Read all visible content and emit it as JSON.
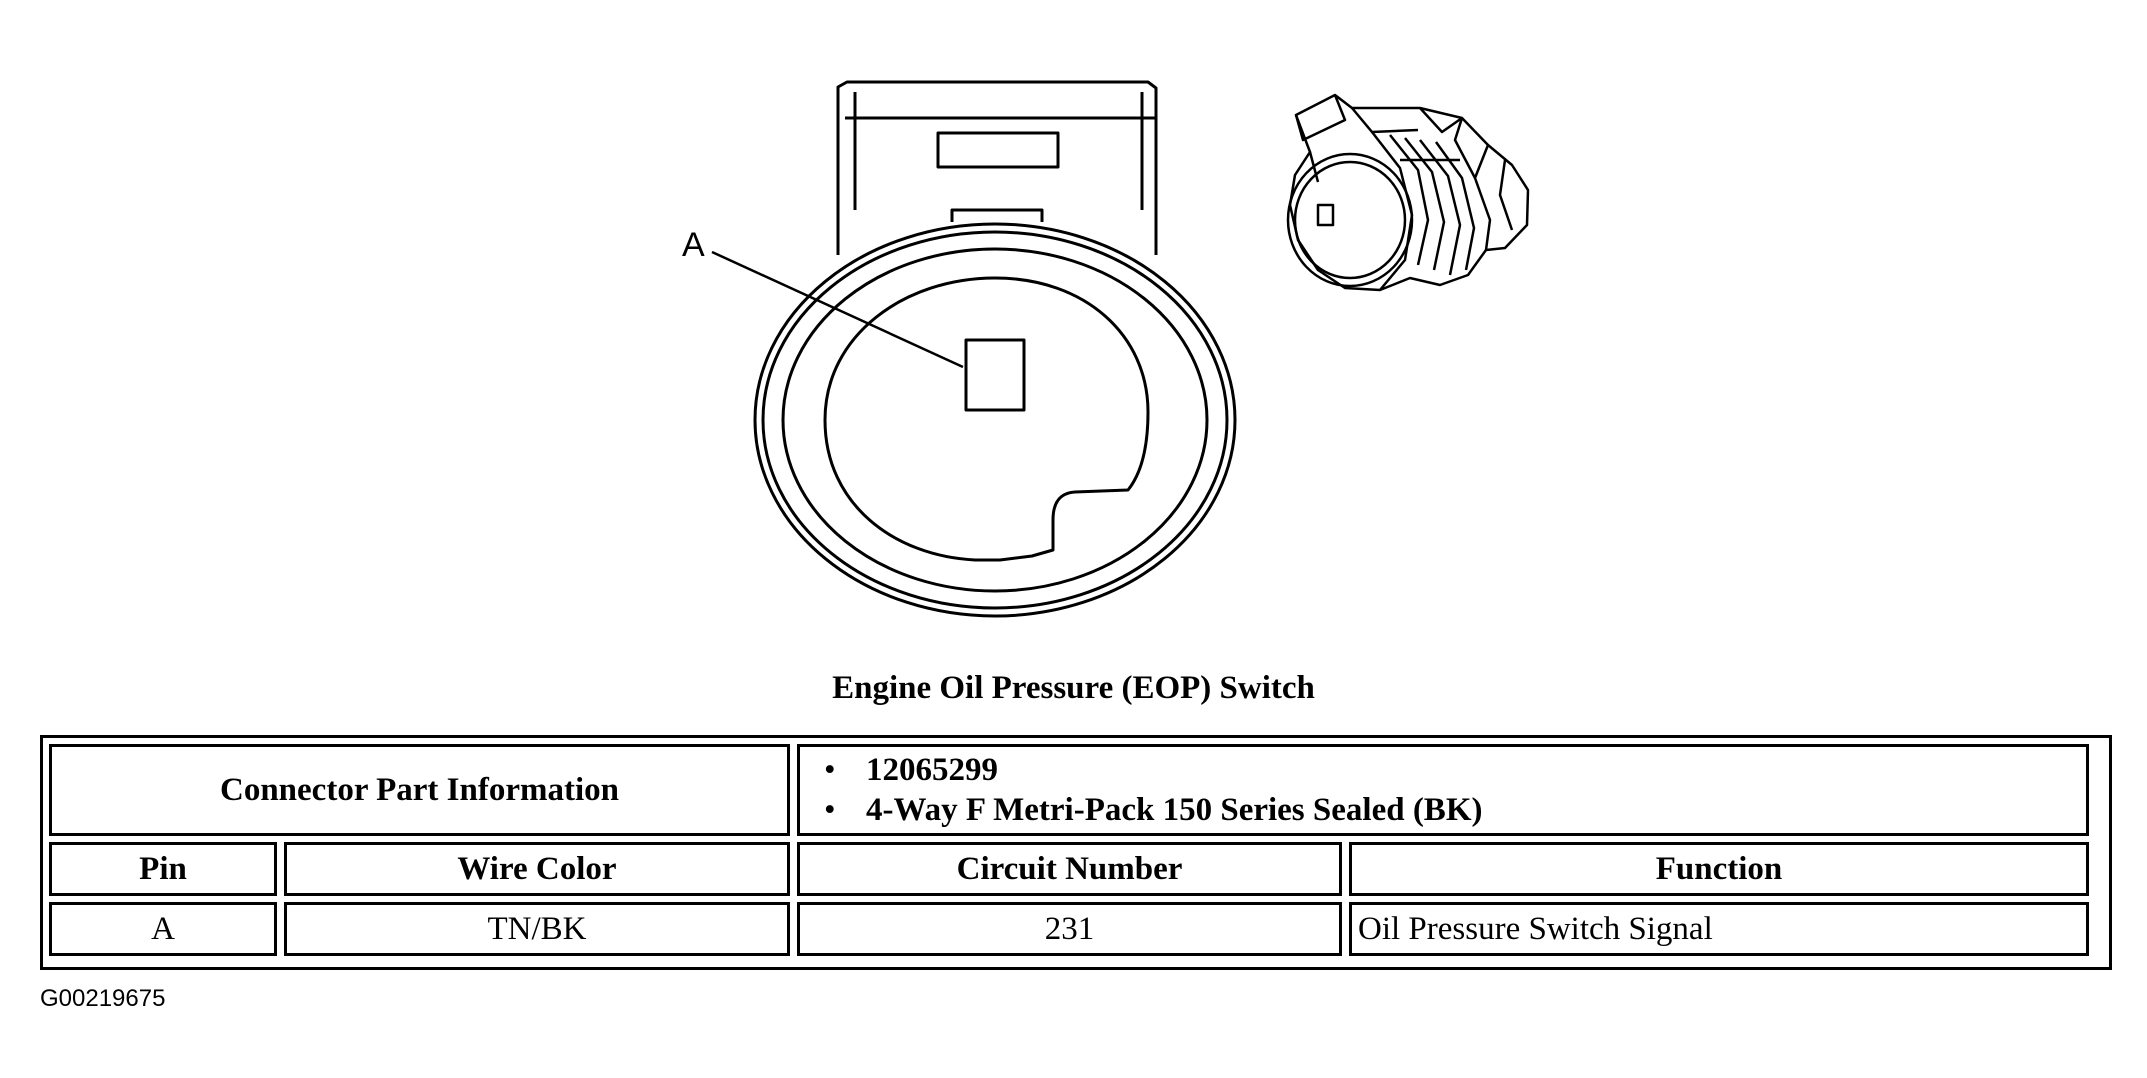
{
  "diagram": {
    "callout_label": "A",
    "caption": "Engine Oil Pressure (EOP) Switch",
    "reference_id": "G00219675"
  },
  "table": {
    "part_info_label": "Connector Part Information",
    "part_info_items": [
      "12065299",
      "4-Way F Metri-Pack 150 Series Sealed (BK)"
    ],
    "headers": {
      "pin": "Pin",
      "wire_color": "Wire Color",
      "circuit_number": "Circuit Number",
      "function": "Function"
    },
    "rows": [
      {
        "pin": "A",
        "wire_color": "TN/BK",
        "circuit_number": "231",
        "function": "Oil Pressure Switch Signal"
      }
    ]
  }
}
